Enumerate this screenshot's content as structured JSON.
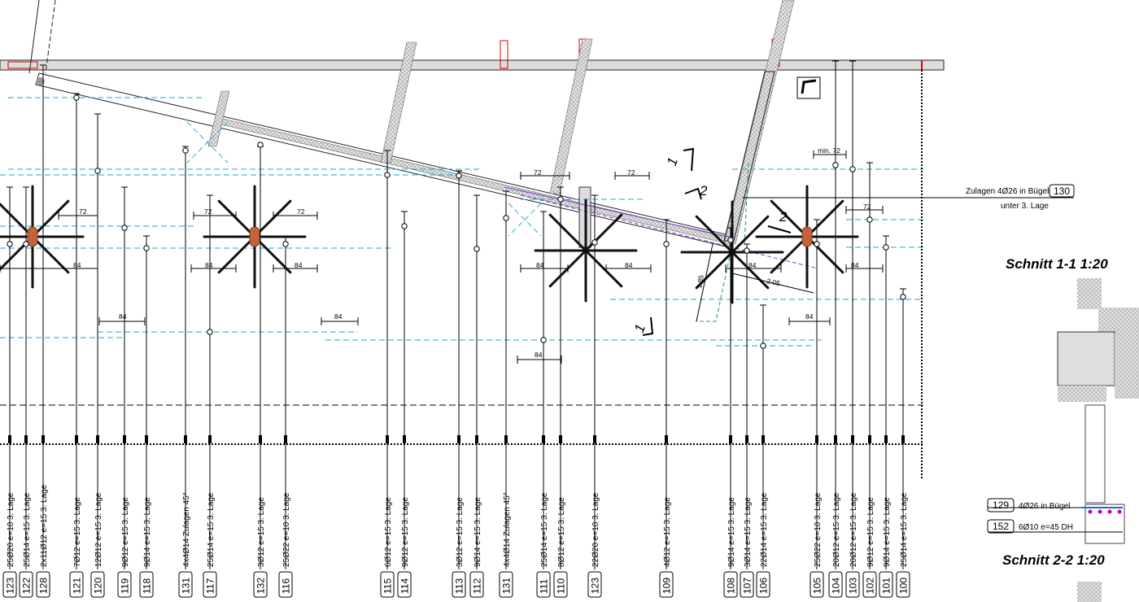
{
  "drawing": {
    "section_titles": {
      "s11": "Schnitt 1-1 1:20",
      "s22": "Schnitt 2-2 1:20"
    },
    "callout_130": {
      "text": "Zulagen 4Ø26 in Bügel",
      "sub": "unter 3. Lage",
      "pos": "130"
    },
    "detail_129": {
      "pos": "129",
      "text": "4Ø26  in Bügel"
    },
    "detail_152": {
      "pos": "152",
      "text": "6Ø10 e=45 DH"
    },
    "dimensions": {
      "d72": "72",
      "d84": "84",
      "dmin72": "min. 72",
      "d185": "1.85",
      "d205": "2.05"
    },
    "section_marks": {
      "one": "1",
      "two": "2"
    },
    "rebar_labels": [
      {
        "pos": "123",
        "text": "25Ø20 e=10 3. Lage"
      },
      {
        "pos": "122",
        "text": "25Ø14 e=15 3. Lage"
      },
      {
        "pos": "128",
        "text": "2x11Ø12 e=15 3. Lage"
      },
      {
        "pos": "121",
        "text": "7Ø12 e=15 3. Lage"
      },
      {
        "pos": "120",
        "text": "12Ø12 e=15 3. Lage"
      },
      {
        "pos": "119",
        "text": "9Ø12 e=15 3. Lage"
      },
      {
        "pos": "118",
        "text": "9Ø14 e=15 3. Lage"
      },
      {
        "pos": "131",
        "text": "4x4Ø14 Zulagen 45°"
      },
      {
        "pos": "117",
        "text": "25Ø14 e=15 3. Lage"
      },
      {
        "pos": "132",
        "text": "3Ø12 e=15 3. Lage"
      },
      {
        "pos": "116",
        "text": "25Ø22 e=10 3. Lage"
      },
      {
        "pos": "115",
        "text": "6Ø12 e=15 3. Lage"
      },
      {
        "pos": "114",
        "text": "9Ø12 e=15 3. Lage"
      },
      {
        "pos": "113",
        "text": "3Ø12 e=15 3. Lage"
      },
      {
        "pos": "112",
        "text": "9Ø14 e=15 3. Lage"
      },
      {
        "pos": "131",
        "text": "4x4Ø14 Zulagen 45°"
      },
      {
        "pos": "111",
        "text": "25Ø14 e=15 3. Lage"
      },
      {
        "pos": "110",
        "text": "8Ø12 e=15 3. Lage"
      },
      {
        "pos": "123",
        "text": "22Ø20 e=10 3. Lage"
      },
      {
        "pos": "109",
        "text": "4Ø12 e=15 3. Lage"
      },
      {
        "pos": "108",
        "text": "9Ø14 e=15 3. Lage"
      },
      {
        "pos": "107",
        "text": "3Ø14 e=15 3. Lage"
      },
      {
        "pos": "106",
        "text": "22Ø14 e=15 3. Lage"
      },
      {
        "pos": "105",
        "text": "25Ø22 e=10 3. Lage"
      },
      {
        "pos": "104",
        "text": "20Ø12 e=15 3. Lage"
      },
      {
        "pos": "103",
        "text": "20Ø12 e=15 3. Lage"
      },
      {
        "pos": "102",
        "text": "9Ø12 e=15 3. Lage"
      },
      {
        "pos": "101",
        "text": "9Ø14 e=15 3. Lage"
      },
      {
        "pos": "100",
        "text": "25Ø14 e=15 3. Lage"
      }
    ]
  }
}
